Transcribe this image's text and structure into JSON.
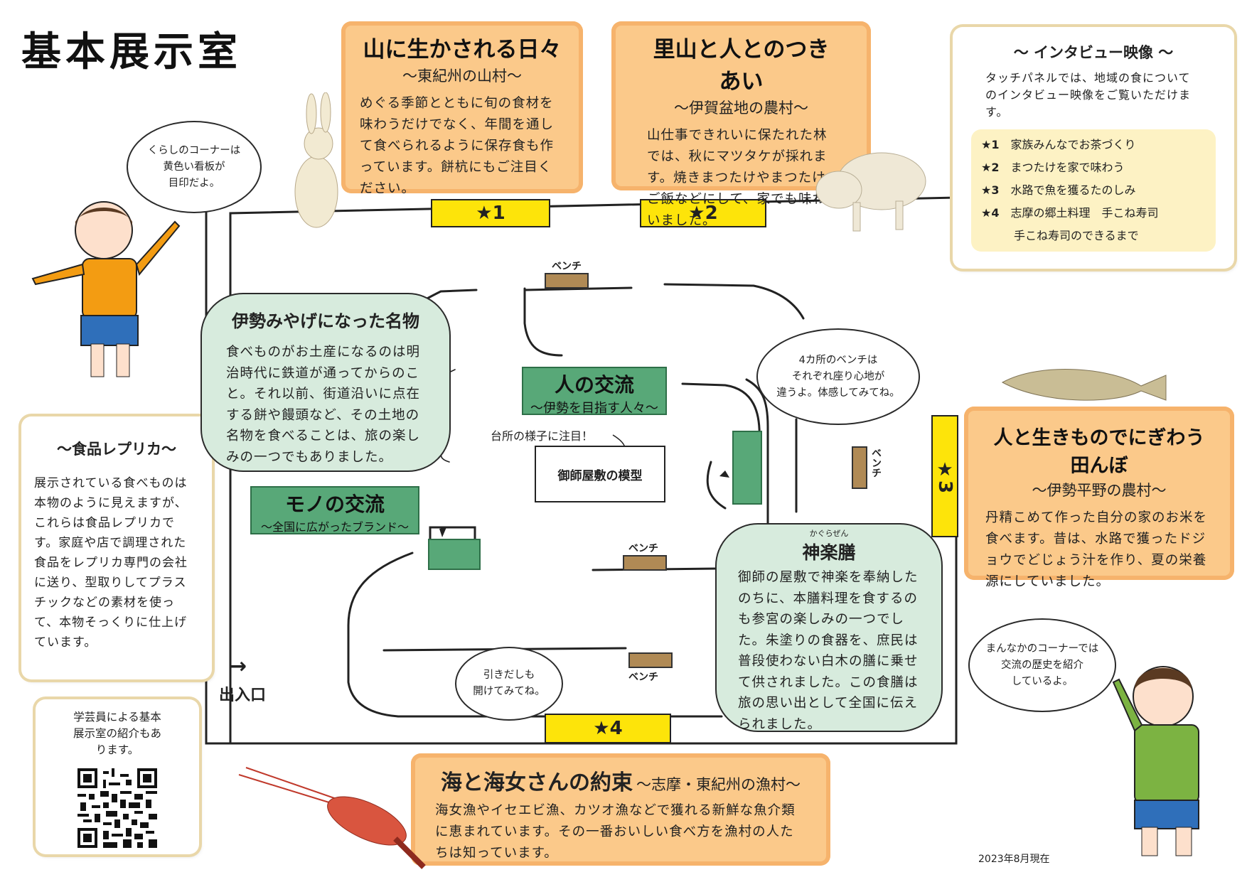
{
  "page_title": "基本展示室",
  "cards": {
    "mountain": {
      "title": "山に生かされる日々",
      "subtitle": "〜東紀州の山村〜",
      "body": "めぐる季節とともに旬の食材を味わうだけでなく、年間を通して食べられるように保存食も作っています。餅杭にもご注目ください。"
    },
    "satoyama": {
      "title": "里山と人とのつきあい",
      "subtitle": "〜伊賀盆地の農村〜",
      "body": "山仕事できれいに保たれた林では、秋にマツタケが採れます。焼きまつたけやまつたけご飯などにして、家でも味わいました。"
    },
    "ricefield": {
      "title": "人と生きものでにぎわう田んぼ",
      "subtitle": "〜伊勢平野の農村〜",
      "body": "丹精こめて作った自分の家のお米を食べます。昔は、水路で獲ったドジョウでどじょう汁を作り、夏の栄養源にしていました。"
    },
    "sea": {
      "title": "海と海女さんの約束",
      "subtitle": "〜志摩・東紀州の漁村〜",
      "body": "海女漁やイセエビ漁、カツオ漁などで獲れる新鮮な魚介類に恵まれています。その一番おいしい食べ方を漁村の人たちは知っています。"
    }
  },
  "interview": {
    "title": "〜 インタビュー映像 〜",
    "body": "タッチパネルでは、地域の食についてのインタビュー映像をご覧いただけます。",
    "items": [
      {
        "mark": "★1",
        "label": "家族みんなでお茶づくり"
      },
      {
        "mark": "★2",
        "label": "まつたけを家で味わう"
      },
      {
        "mark": "★3",
        "label": "水路で魚を獲るたのしみ"
      },
      {
        "mark": "★4",
        "label": "志摩の郷土料理　手こね寿司"
      },
      {
        "mark": "",
        "label": "手こね寿司のできるまで"
      }
    ]
  },
  "replica": {
    "title": "〜食品レプリカ〜",
    "body": "展示されている食べものは本物のように見えますが、これらは食品レプリカです。家庭や店で調理された食品をレプリカ専門の会社に送り、型取りしてプラスチックなどの素材を使って、本物そっくりに仕上げています。"
  },
  "qr_note": "学芸員による基本展示室の紹介もあります。",
  "ise": {
    "title": "伊勢みやげになった名物",
    "body": "食べものがお土産になるのは明治時代に鉄道が通ってからのこと。それ以前、街道沿いに点在する餅や饅頭など、その土地の名物を食べることは、旅の楽しみの一つでもありました。"
  },
  "kagura": {
    "furigana": "かぐらぜん",
    "title": "神楽膳",
    "body": "御師の屋敷で神楽を奉納したのちに、本膳料理を食するのも参宮の楽しみの一つでした。朱塗りの食器を、庶民は普段使わない白木の膳に乗せて供されました。この食膳は旅の思い出として全国に伝えられました。"
  },
  "labels": {
    "people": {
      "title": "人の交流",
      "subtitle": "〜伊勢を目指す人々〜"
    },
    "goods": {
      "title": "モノの交流",
      "subtitle": "〜全国に広がったブランド〜"
    }
  },
  "speech": {
    "kurashi": "くらしのコーナーは\n黄色い看板が\n目印だよ。",
    "bench": "4カ所のベンチは\nそれぞれ座り心地が\n違うよ。体感してみてね。",
    "drawer": "引きだしも\n開けてみてね。",
    "center": "まんなかのコーナーでは\n交流の歴史を紹介\nしているよ。"
  },
  "map": {
    "stars": [
      "★1",
      "★2",
      "★3",
      "★4"
    ],
    "bench": "ベンチ",
    "model_note": "台所の様子に注目！",
    "model": "御師屋敷の模型",
    "entrance_arrow": "→",
    "entrance": "出入口"
  },
  "date_note": "2023年8月現在",
  "colors": {
    "orange": "#fbc98a",
    "green": "#58a878",
    "pale_green": "#d7ebdd",
    "yellow": "#fde40a"
  }
}
